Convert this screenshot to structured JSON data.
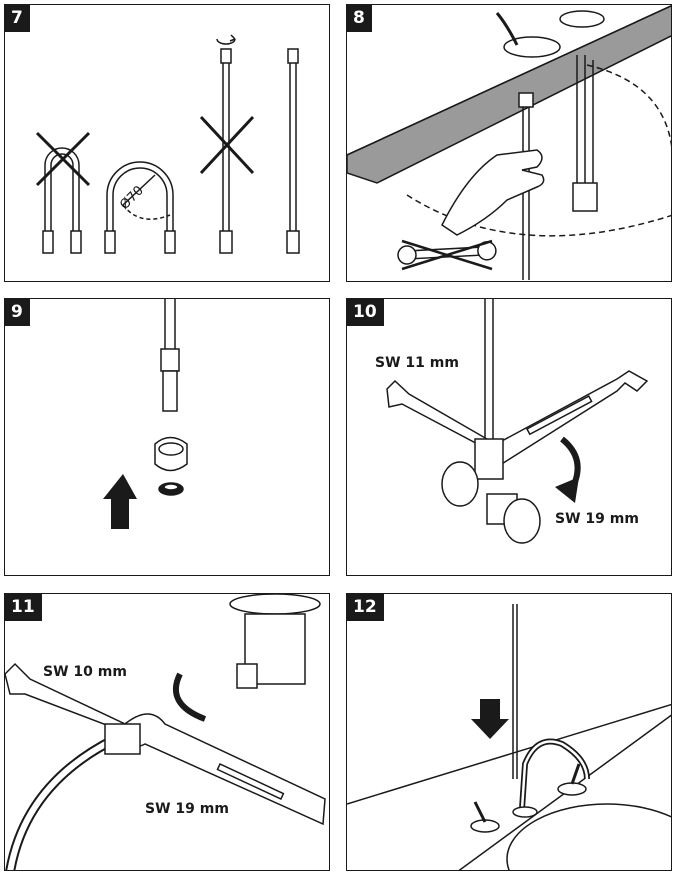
{
  "panels": [
    {
      "number": "7"
    },
    {
      "number": "8"
    },
    {
      "number": "9"
    },
    {
      "number": "10",
      "labels": [
        "SW 11 mm",
        "SW 19 mm"
      ]
    },
    {
      "number": "11",
      "labels": [
        "SW 10 mm",
        "SW 19 mm"
      ]
    },
    {
      "number": "12"
    }
  ],
  "annotations": {
    "bend_diameter": "Ø70"
  }
}
